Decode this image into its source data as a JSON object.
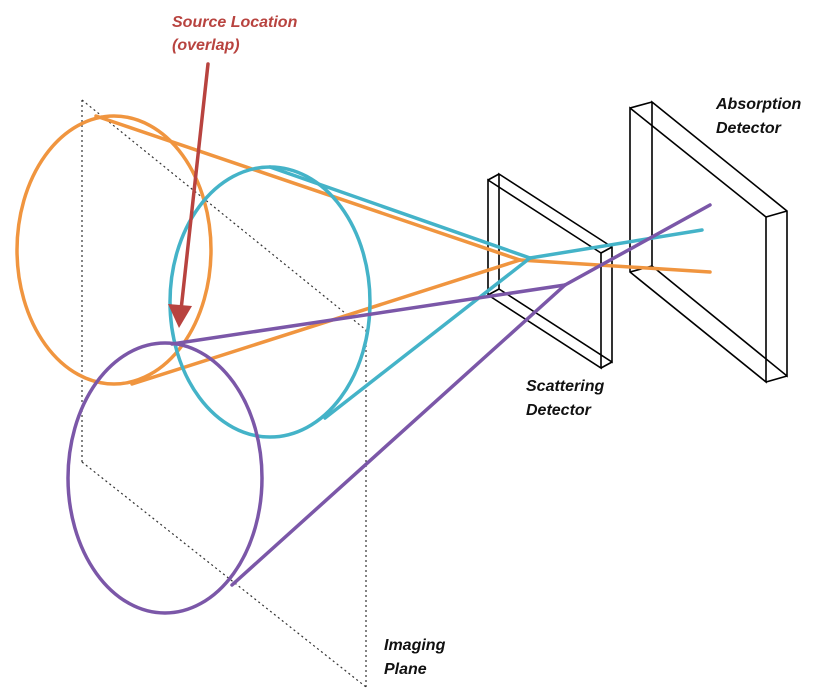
{
  "labels": {
    "source_location_line1": "Source Location",
    "source_location_line2": "(overlap)",
    "absorption_line1": "Absorption",
    "absorption_line2": "Detector",
    "scattering_line1": "Scattering",
    "scattering_line2": "Detector",
    "imaging_line1": "Imaging",
    "imaging_line2": "Plane"
  },
  "colors": {
    "orange_cone": "#f0953f",
    "teal_cone": "#44b3c8",
    "purple_cone": "#7b57a8",
    "arrow": "#b8433f",
    "outline": "#000000",
    "dotted_plane": "#333333"
  }
}
